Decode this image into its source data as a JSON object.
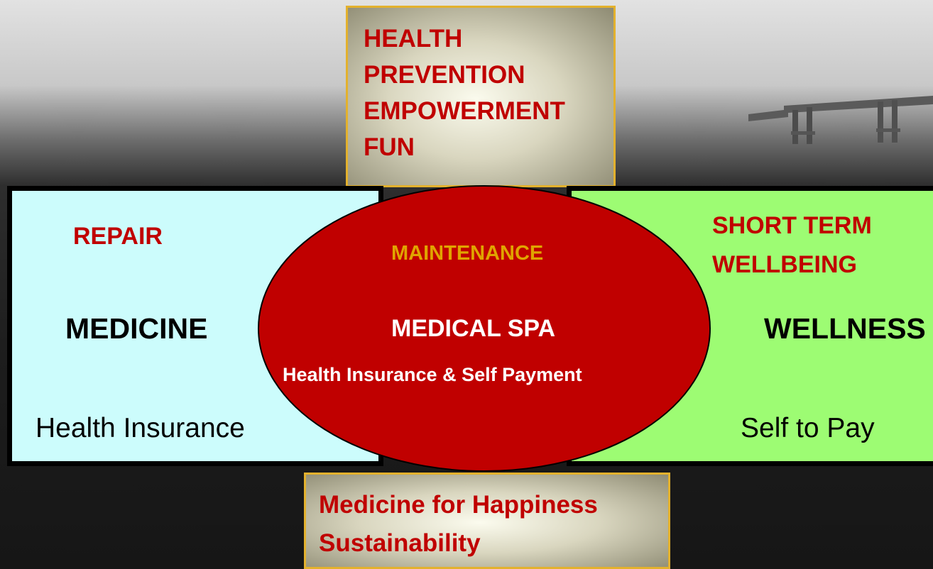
{
  "top_box": {
    "lines": [
      "HEALTH",
      "PREVENTION",
      "EMPOWERMENT",
      "FUN"
    ]
  },
  "left_box": {
    "tag": "REPAIR",
    "title": "MEDICINE",
    "payment": "Health Insurance"
  },
  "center": {
    "tag": "MAINTENANCE",
    "title": "MEDICAL SPA",
    "payment": "Health Insurance & Self Payment"
  },
  "right_box": {
    "tag_line1": "SHORT TERM",
    "tag_line2": "WELLBEING",
    "title": "WELLNESS",
    "payment": "Self to Pay"
  },
  "bottom_box": {
    "lines": [
      "Medicine for Happiness",
      "Sustainability"
    ]
  },
  "colors": {
    "accent_red": "#c00000",
    "ellipse_fill": "#c00000",
    "medicine_fill": "#ccfcfc",
    "wellness_fill": "#9dfc73",
    "maintenance_gold": "#e0a400",
    "note_border": "#e3b12d"
  }
}
